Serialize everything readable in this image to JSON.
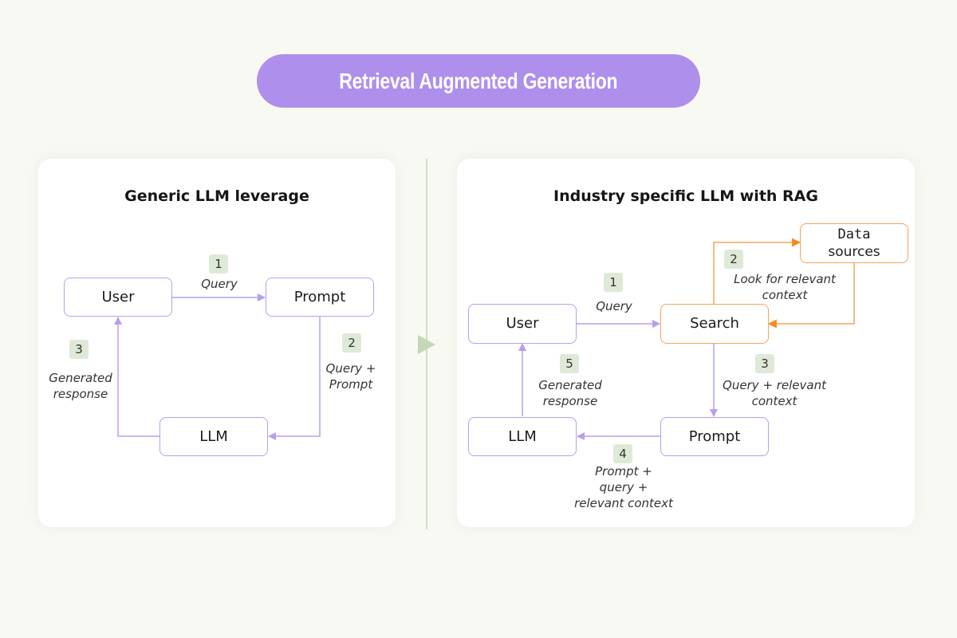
{
  "banner": {
    "title": "Retrieval Augmented Generation"
  },
  "colors": {
    "accent_purple": "#ae8fec",
    "flow_purple": "#b89ef0",
    "flow_orange": "#f5a55a",
    "badge_green": "#dfe9d7",
    "background": "#f8f9f3"
  },
  "left": {
    "title": "Generic LLM leverage",
    "nodes": {
      "user": "User",
      "prompt": "Prompt",
      "llm": "LLM"
    },
    "steps": [
      {
        "number": "1",
        "label_lines": [
          "Query"
        ]
      },
      {
        "number": "2",
        "label_lines": [
          "Query +",
          "Prompt"
        ]
      },
      {
        "number": "3",
        "label_lines": [
          "Generated",
          "response"
        ]
      }
    ]
  },
  "right": {
    "title": "Industry specific LLM with RAG",
    "nodes": {
      "user": "User",
      "search": "Search",
      "data_sources_line1": "Data",
      "data_sources_line2": "sources",
      "prompt": "Prompt",
      "llm": "LLM"
    },
    "steps": [
      {
        "number": "1",
        "label_lines": [
          "Query"
        ]
      },
      {
        "number": "2",
        "label_lines": [
          "Look for relevant",
          "context"
        ]
      },
      {
        "number": "3",
        "label_lines": [
          "Query + relevant",
          "context"
        ]
      },
      {
        "number": "4",
        "label_lines": [
          "Prompt +",
          "query +",
          "relevant context"
        ]
      },
      {
        "number": "5",
        "label_lines": [
          "Generated",
          "response"
        ]
      }
    ]
  }
}
